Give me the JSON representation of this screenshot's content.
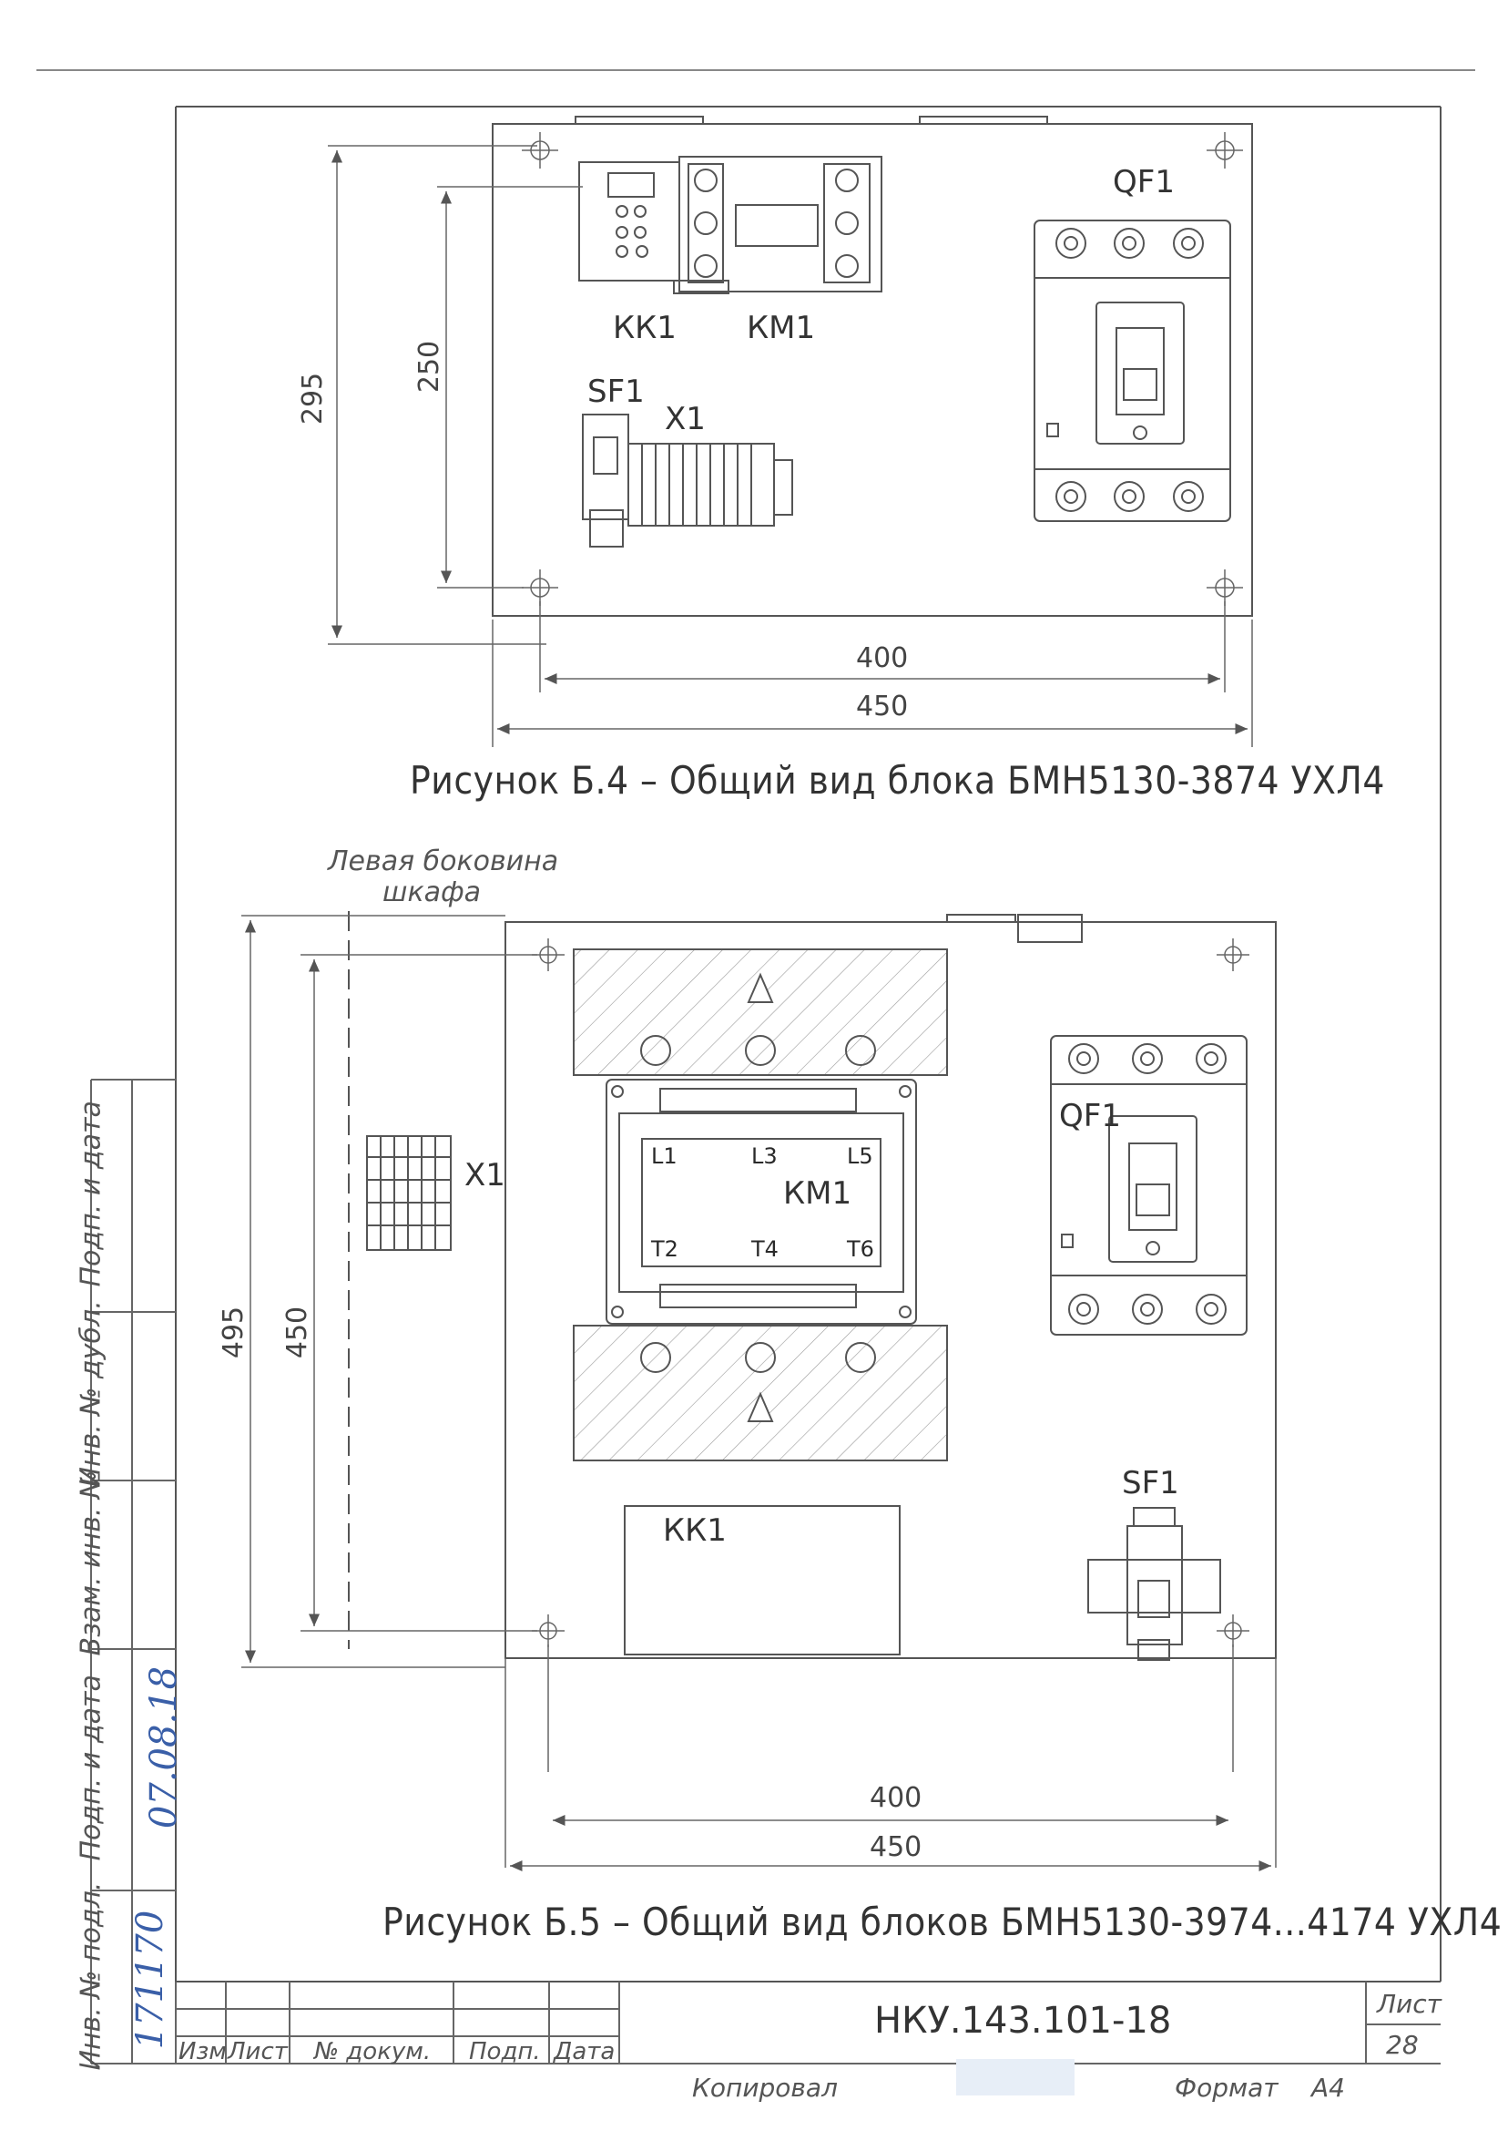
{
  "figure_4": {
    "caption": "Рисунок Б.4 – Общий вид блока БМН5130-3874 УХЛ4",
    "labels": {
      "qf1": "QF1",
      "kk1": "КК1",
      "km1": "КМ1",
      "sf1": "SF1",
      "x1": "X1"
    },
    "dims": {
      "height_outer": "295",
      "height_inner": "250",
      "width_inner": "400",
      "width_outer": "450"
    }
  },
  "figure_5": {
    "caption": "Рисунок Б.5 – Общий вид блоков БМН5130-3974...4174 УХЛ4",
    "side_note_line1": "Левая боковина",
    "side_note_line2": "шкафа",
    "labels": {
      "x1": "X1",
      "qf1": "QF1",
      "km1": "КМ1",
      "kk1": "КК1",
      "sf1": "SF1",
      "l1": "L1",
      "l3": "L3",
      "l5": "L5",
      "t2": "T2",
      "t4": "T4",
      "t6": "T6"
    },
    "dims": {
      "height_outer": "495",
      "height_inner": "450",
      "width_inner": "400",
      "width_outer": "450"
    }
  },
  "side_stamp": {
    "podp_data_1": "Подп. и дата",
    "inv_dubl": "Инв. № дубл.",
    "vzam_inv": "Взам. инв. №",
    "podp_data_2": "Подп. и дата",
    "inv_podl": "Инв. № подл.",
    "handwritten_date": "07.08.18",
    "handwritten_inv": "171170"
  },
  "title_block": {
    "doc_number": "НКУ.143.101-18",
    "sheet_label": "Лист",
    "sheet_number": "28",
    "col_izm": "Изм",
    "col_list": "Лист",
    "col_dokum": "№ докум.",
    "col_podp": "Подп.",
    "col_data": "Дата"
  },
  "footer": {
    "copied": "Копировал",
    "format_label": "Формат",
    "format_value": "А4"
  }
}
